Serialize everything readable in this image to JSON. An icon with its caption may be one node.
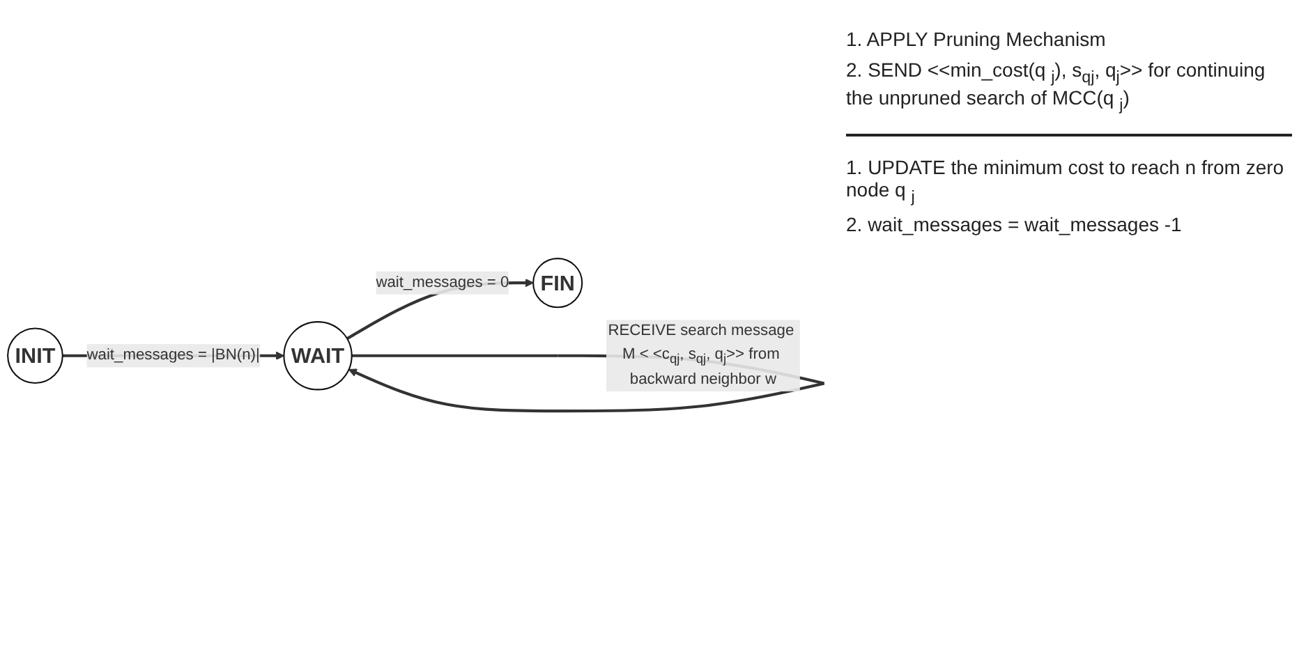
{
  "diagram": {
    "nodes": [
      {
        "text": [
          "INIT"
        ]
      },
      {
        "text": [
          "WAIT"
        ]
      },
      {
        "text": [
          "FIN"
        ]
      }
    ],
    "edges": [
      {
        "from": 0,
        "to": 1,
        "arrow": "to",
        "label": "wait_messages = |BN(n)|"
      },
      {
        "from": 1,
        "to": 2,
        "arrow": "to",
        "label": "wait_messages = 0"
      },
      {
        "from": 1,
        "to": 1,
        "arrow": "to",
        "label": "RECEIVE search message M < <c$_{qj}$, s$_{qj}$, q$_{j}$>> from backward neighbor w"
      }
    ],
    "labels": [
      "1. APPLY Pruning Mechanism",
      "2. SEND <<min_cost(q $_{j}$), s$_{qj}$, q$_{j}$>> for continuing the unpruned search of MCC(q $_{j}$)",
      "1. UPDATE the minimum cost to reach n from zero node q $_{j}$",
      "2. wait_messages = wait_messages -1"
    ]
  }
}
